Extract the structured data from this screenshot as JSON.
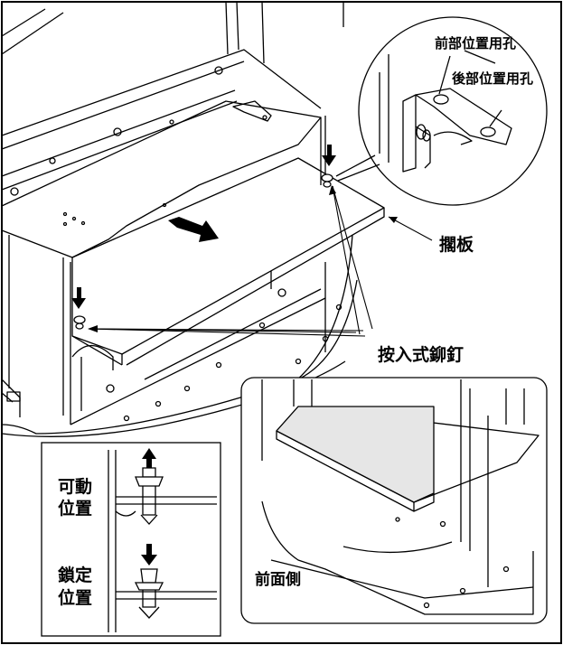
{
  "callout": {
    "front_hole_label": "前部位置用孔",
    "rear_hole_label": "後部位置用孔"
  },
  "main": {
    "shelf_label": "擱板",
    "rivet_label": "按入式鉚釘"
  },
  "inset_detail": {
    "front_side_label": "前面側"
  },
  "legend": {
    "movable_line1": "可動",
    "movable_line2": "位置",
    "locked_line1": "鎖定",
    "locked_line2": "位置"
  },
  "colors": {
    "line": "#000000",
    "panel_fill": "#e6e6e6",
    "background": "#ffffff"
  },
  "icons": {
    "push_arrow": "arrow-up-icon",
    "lock_arrow": "arrow-down-icon",
    "insert_arrow": "arrow-right-icon"
  }
}
